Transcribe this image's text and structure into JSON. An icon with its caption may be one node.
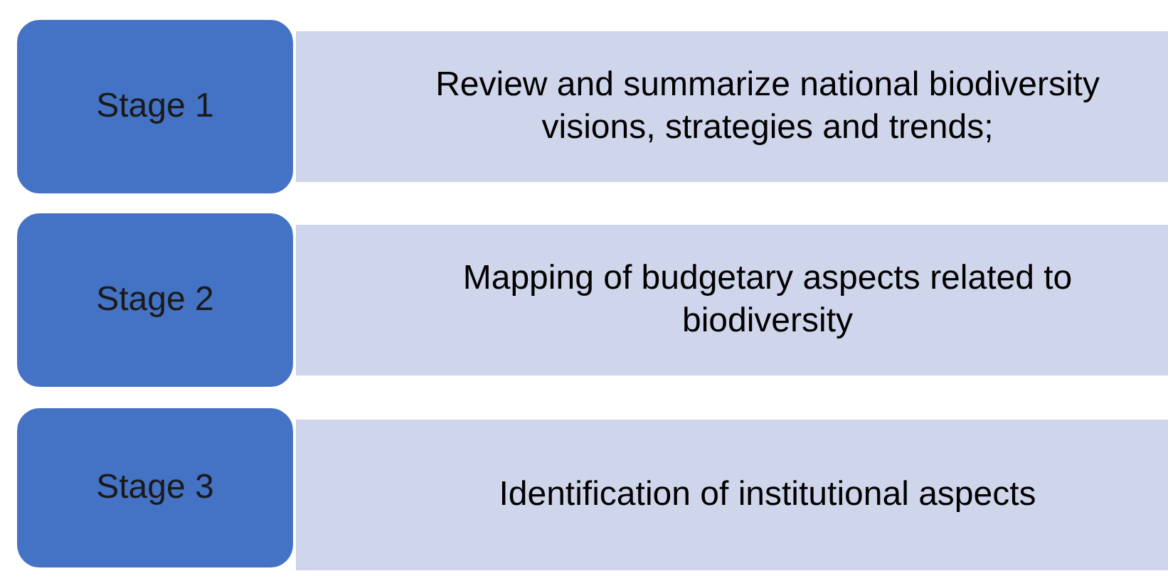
{
  "diagram": {
    "nodes": [
      {
        "text": [
          "Stage 1"
        ]
      },
      {
        "text": [
          "Review and summarize national biodiversity visions, strategies and trends;"
        ]
      },
      {
        "text": [
          "Stage 2"
        ]
      },
      {
        "text": [
          "Mapping of budgetary aspects related to biodiversity"
        ]
      },
      {
        "text": [
          "Stage 3"
        ]
      },
      {
        "text": [
          "Identification of institutional aspects"
        ]
      }
    ]
  }
}
